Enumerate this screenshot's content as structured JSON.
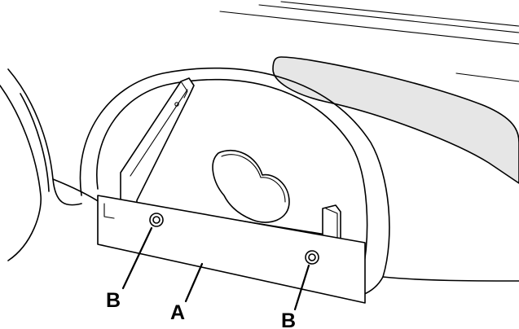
{
  "callouts": {
    "bolt_left": "B",
    "plate": "A",
    "bolt_right": "B"
  },
  "colors": {
    "line": "#000000",
    "panel": "#e6e6e6",
    "background": "#ffffff"
  }
}
